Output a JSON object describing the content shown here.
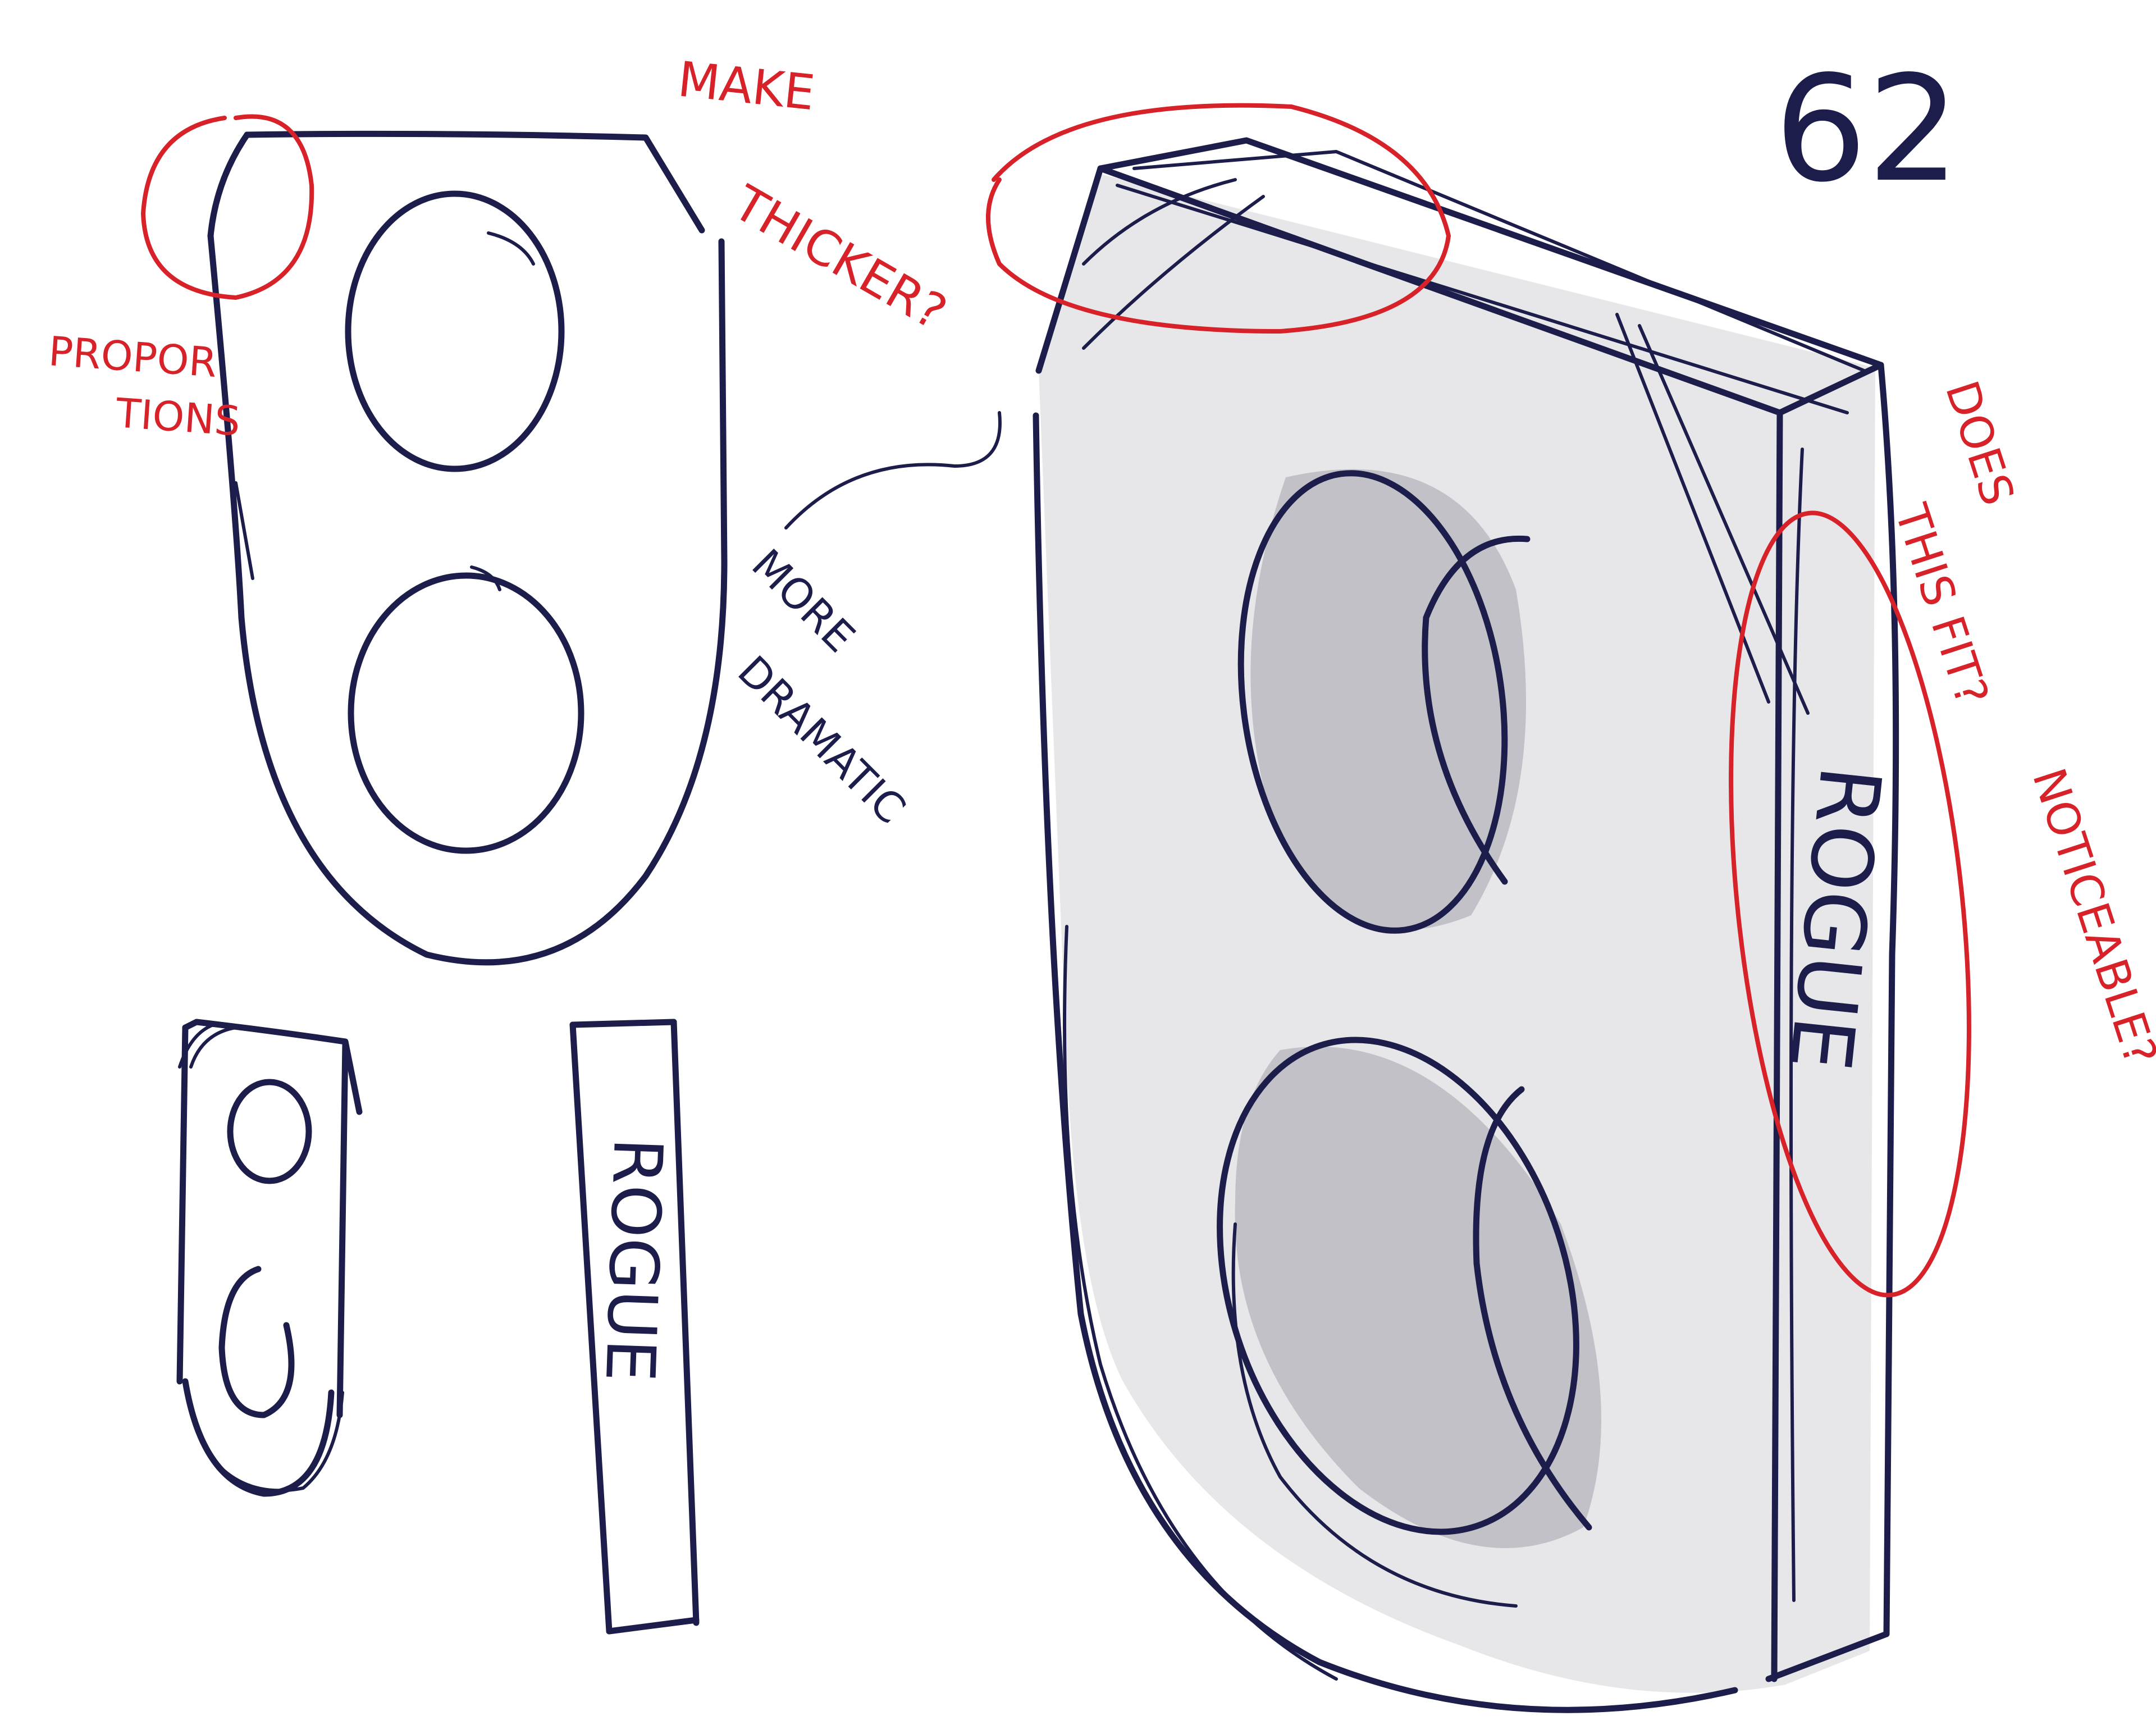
{
  "sketch": {
    "page_number": "62",
    "notes": {
      "proportions": [
        "PROPOR",
        "TIONS"
      ],
      "make_thicker": [
        "MAKE",
        "THICKER?"
      ],
      "more_dramatic": [
        "MORE",
        "DRAMATIC"
      ],
      "does_this_fit": [
        "DOES",
        "THIS FIT?",
        "NOTICEABLE?"
      ]
    },
    "side_label_small": "ROGUE",
    "side_label_large": "ROGUE",
    "colors": {
      "ink": "#1c1d4a",
      "annotation": "#d62228",
      "shading": "#c9c9cf"
    }
  }
}
